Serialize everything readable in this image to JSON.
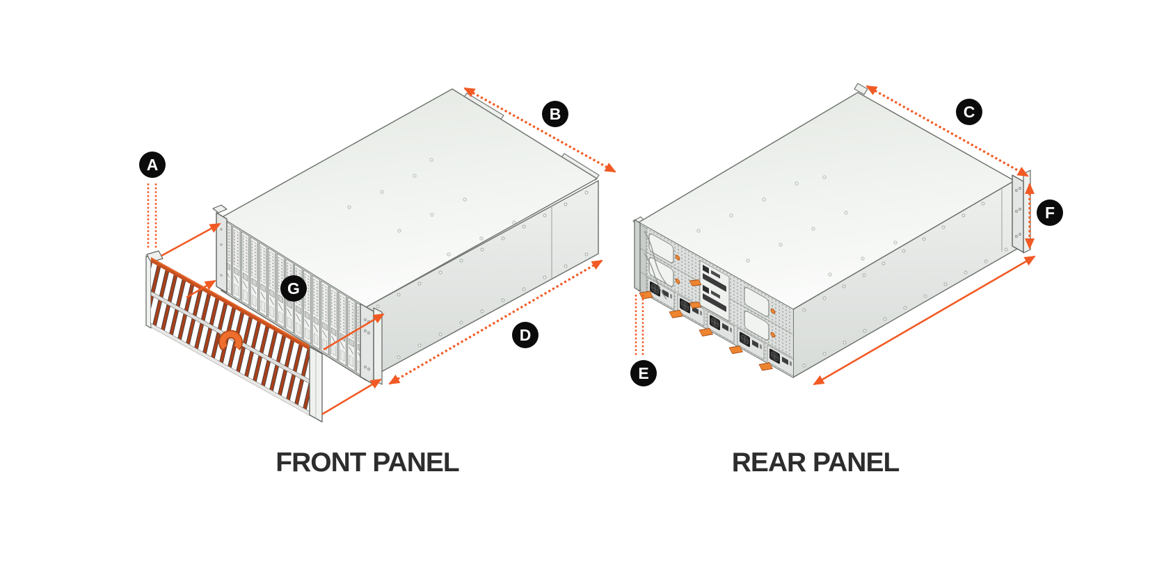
{
  "labels": {
    "a": "A",
    "b": "B",
    "c": "C",
    "d": "D",
    "e": "E",
    "f": "F",
    "g": "G"
  },
  "captions": {
    "front": "FRONT PANEL",
    "rear": "REAR PANEL"
  },
  "colors": {
    "accent": "#F15A24",
    "badge_background": "#0B0B0B",
    "badge_letter": "#FFFFFF",
    "caption_text": "#2D2D2D",
    "bezel_rust": "#A8401B",
    "bezel_stripe": "#C8501F",
    "logo_orange": "#EE6F2D",
    "chassis_outline": "#70756F"
  }
}
